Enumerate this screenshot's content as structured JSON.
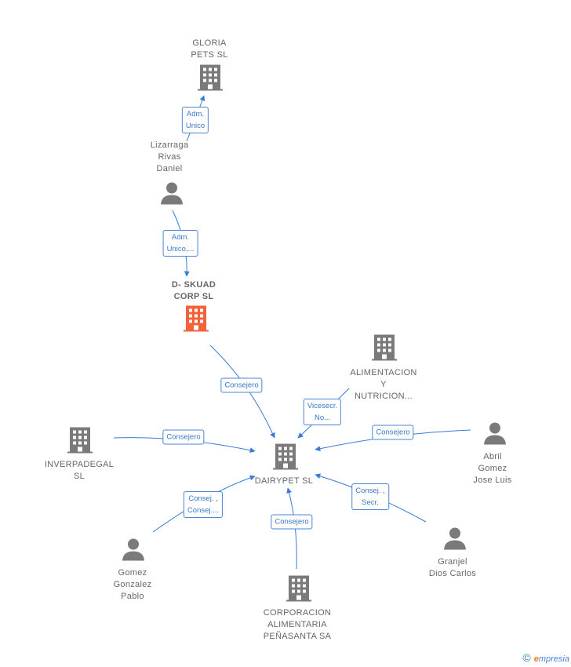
{
  "colors": {
    "edge": "#3a7bd5",
    "node": "#7a7a7a",
    "highlight": "#f4623a"
  },
  "nodes": {
    "gloria": {
      "label": "GLORIA\nPETS  SL",
      "type": "company"
    },
    "lizarraga": {
      "label": "Lizarraga\nRivas\nDaniel",
      "type": "person"
    },
    "dskuad": {
      "label": "D- SKUAD\nCORP  SL",
      "type": "company-main"
    },
    "alimentacion": {
      "label": "ALIMENTACION\nY\nNUTRICION...",
      "type": "company"
    },
    "inverpadegal": {
      "label": "INVERPADEGAL\nSL",
      "type": "company"
    },
    "dairypet": {
      "label": "DAIRYPET  SL",
      "type": "company"
    },
    "abril": {
      "label": "Abril\nGomez\nJose Luis",
      "type": "person"
    },
    "gomez": {
      "label": "Gomez\nGonzalez\nPablo",
      "type": "person"
    },
    "granjel": {
      "label": "Granjel\nDios Carlos",
      "type": "person"
    },
    "corporacion": {
      "label": "CORPORACION\nALIMENTARIA\nPEÑASANTA SA",
      "type": "company"
    }
  },
  "edges": {
    "liz_gloria": "Adm.\nUnico",
    "liz_dskuad": "Adm.\nUnico,...",
    "dskuad_dairy": "Consejero",
    "alim_dairy": "Vicesecr.\nNo...",
    "inver_dairy": "Consejero",
    "abril_dairy": "Consejero",
    "gomez_dairy": "Consej. ,\nConsej....",
    "corp_dairy": "Consejero",
    "granjel_dairy": "Consej. ,\nSecr."
  },
  "footer": {
    "copyright": "©",
    "brand_first": "e",
    "brand_rest": "mpresia"
  }
}
